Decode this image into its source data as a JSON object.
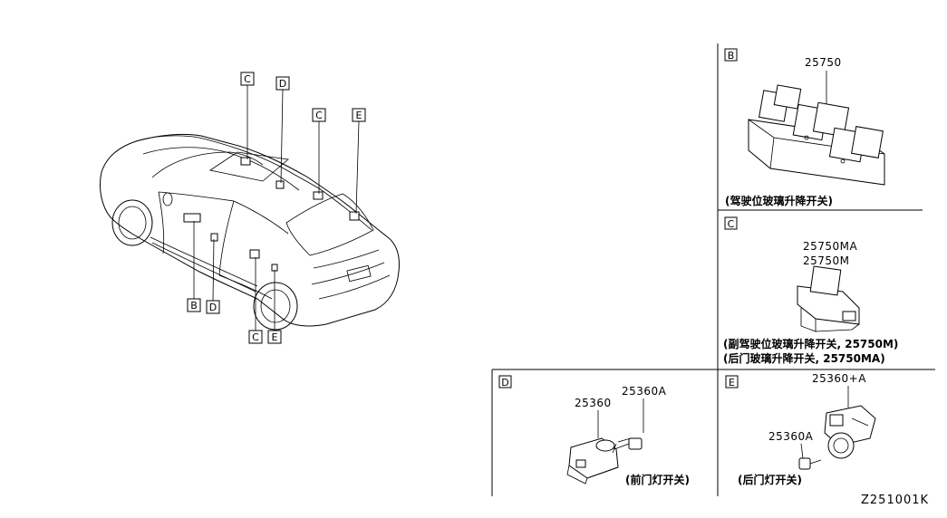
{
  "car_callouts": [
    "C",
    "D",
    "C",
    "E",
    "B",
    "D",
    "C",
    "E"
  ],
  "panels": {
    "B": {
      "letter": "B",
      "part_numbers": [
        "25750"
      ],
      "captions": [
        "(驾驶位玻璃升降开关)"
      ]
    },
    "C": {
      "letter": "C",
      "part_numbers": [
        "25750MA",
        "25750M"
      ],
      "captions": [
        "(副驾驶位玻璃升降开关, 25750M)",
        "(后门玻璃升降开关, 25750MA)"
      ]
    },
    "D": {
      "letter": "D",
      "part_numbers": [
        "25360A",
        "25360"
      ],
      "captions": [
        "(前门灯开关)"
      ]
    },
    "E": {
      "letter": "E",
      "part_numbers": [
        "25360+A",
        "25360A"
      ],
      "captions": [
        "(后门灯开关)"
      ]
    }
  },
  "diagram_code": "Z251001K"
}
